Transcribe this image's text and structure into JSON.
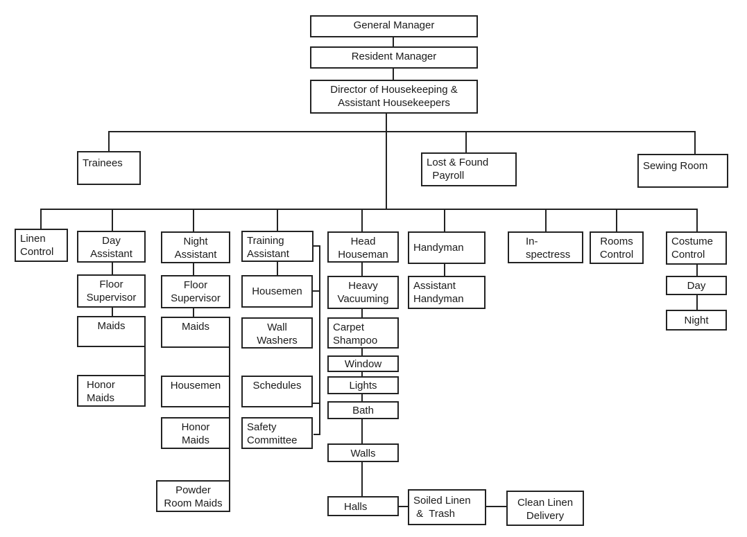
{
  "diagram": {
    "type": "organization-chart",
    "nodes": {
      "general_manager": "General Manager",
      "resident_manager": "Resident Manager",
      "director": "Director of Housekeeping &\nAssistant Housekeepers",
      "trainees": "Trainees",
      "lost_found": "Lost & Found\n  Payroll",
      "sewing_room": "Sewing Room",
      "linen_control": "Linen\nControl",
      "day_assistant": "Day\nAssistant",
      "night_assistant": "Night\nAssistant",
      "training_assistant": "Training\nAssistant",
      "head_houseman": "Head\nHouseman",
      "handyman": "Handyman",
      "inspectress": "In-\nspectress",
      "rooms_control": "Rooms\nControl",
      "costume_control": "Costume\nControl",
      "day_floor_supervisor": "Floor\nSupervisor",
      "day_maids": "Maids",
      "day_honor_maids": "Honor\nMaids",
      "night_floor_supervisor": "Floor\nSupervisor",
      "night_maids": "Maids",
      "night_housemen": "Housemen",
      "night_honor_maids": "Honor\nMaids",
      "powder_room_maids": "Powder\nRoom Maids",
      "training_housemen": "Housemen",
      "wall_washers": "Wall\nWashers",
      "schedules": "Schedules",
      "safety_committee": "Safety\nCommittee",
      "heavy_vacuuming": "Heavy\nVacuuming",
      "carpet_shampoo": "Carpet\nShampoo",
      "window": "Window",
      "lights": "Lights",
      "bath": "Bath",
      "walls": "Walls",
      "halls": "Halls",
      "soiled_linen": "Soiled Linen\n &  Trash",
      "clean_linen": "Clean Linen\nDelivery",
      "assistant_handyman": "Assistant\nHandyman",
      "costume_day": "Day",
      "costume_night": "Night"
    },
    "hierarchy": [
      [
        "General Manager",
        "Resident Manager"
      ],
      [
        "Resident Manager",
        "Director of Housekeeping & Assistant Housekeepers"
      ],
      [
        "Director of Housekeeping & Assistant Housekeepers",
        [
          "Trainees",
          "Lost & Found Payroll",
          "Sewing Room"
        ]
      ],
      [
        "Director of Housekeeping & Assistant Housekeepers",
        [
          "Linen Control",
          "Day Assistant",
          "Night Assistant",
          "Training Assistant",
          "Head Houseman",
          "Handyman",
          "In-spectress",
          "Rooms Control",
          "Costume Control"
        ]
      ],
      [
        "Day Assistant",
        [
          "Floor Supervisor",
          "Maids",
          "Honor Maids"
        ]
      ],
      [
        "Night Assistant",
        [
          "Floor Supervisor",
          "Maids",
          "Housemen",
          "Honor Maids",
          "Powder Room Maids"
        ]
      ],
      [
        "Training Assistant",
        [
          "Housemen",
          "Wall Washers",
          "Schedules",
          "Safety Committee"
        ]
      ],
      [
        "Head Houseman",
        [
          "Heavy Vacuuming",
          "Carpet Shampoo",
          "Window",
          "Lights",
          "Bath",
          "Walls",
          "Halls",
          "Soiled Linen & Trash",
          "Clean Linen Delivery"
        ]
      ],
      [
        "Handyman",
        [
          "Assistant Handyman"
        ]
      ],
      [
        "Costume Control",
        [
          "Day",
          "Night"
        ]
      ]
    ]
  }
}
